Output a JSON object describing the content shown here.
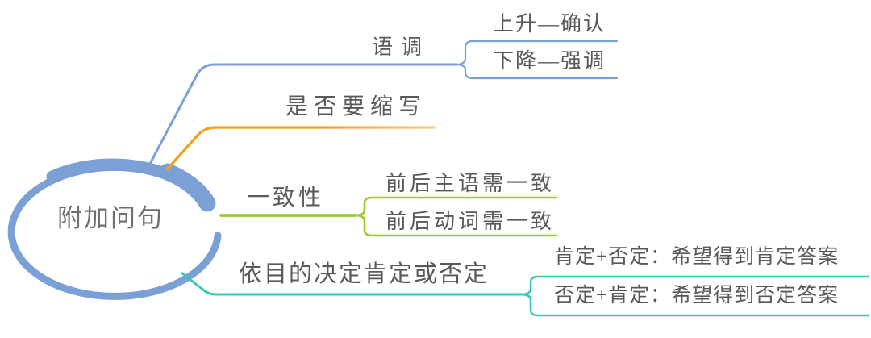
{
  "root": {
    "label": "附加问句"
  },
  "colors": {
    "blue": "#7BA0D6",
    "orange": "#F6A01B",
    "orange_fade": "#F9CD80",
    "green": "#9BCB2F",
    "teal": "#39C6B7",
    "label_text": "#595959",
    "root_text": "#6F6F6F"
  },
  "branches": [
    {
      "label": "语调",
      "color": "#7BA0D6",
      "children": [
        "上升—确认",
        "下降—强调"
      ]
    },
    {
      "label": "是否要缩写",
      "color": "#F6A01B",
      "children": []
    },
    {
      "label": "一致性",
      "color": "#9BCB2F",
      "children": [
        "前后主语需一致",
        "前后动词需一致"
      ]
    },
    {
      "label": "依目的决定肯定或否定",
      "color": "#39C6B7",
      "children": [
        "肯定+否定：希望得到肯定答案",
        "否定+肯定：希望得到否定答案"
      ]
    }
  ]
}
